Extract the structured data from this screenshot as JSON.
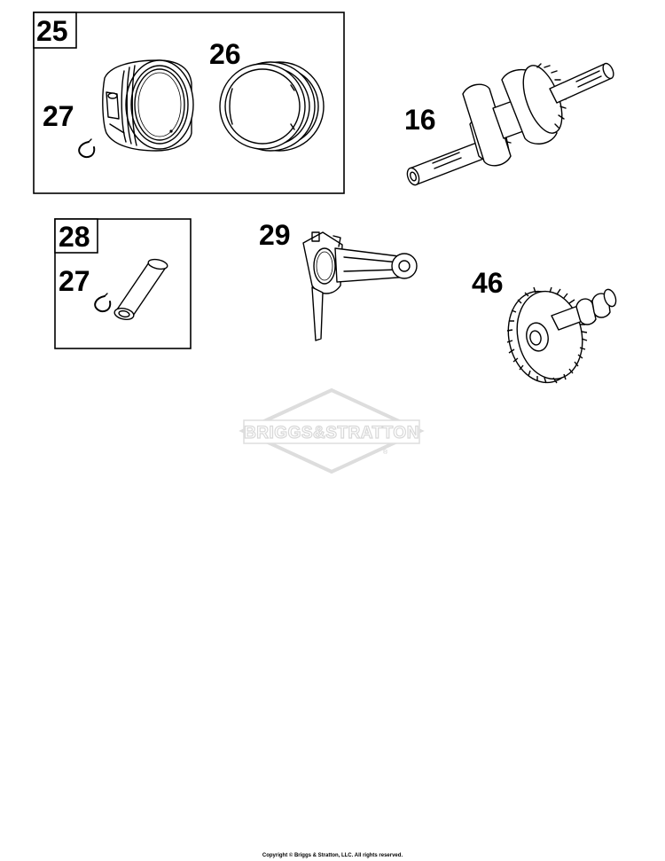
{
  "groups": {
    "piston_kit": {
      "box_label": "25"
    },
    "pin_kit": {
      "box_label": "28"
    }
  },
  "parts": {
    "rings": {
      "label": "26"
    },
    "retainer_upper": {
      "label": "27"
    },
    "retainer_lower": {
      "label": "27"
    },
    "crankshaft": {
      "label": "16"
    },
    "connecting_rod": {
      "label": "29"
    },
    "camshaft": {
      "label": "46"
    }
  },
  "watermark": {
    "text": "BRIGGS&STRATTON",
    "mark": "®"
  },
  "copyright": "Copyright © Briggs & Stratton, LLC. All rights reserved.",
  "colors": {
    "line": "#000000",
    "background": "#ffffff",
    "watermark_outline": "#d8d8d8"
  }
}
